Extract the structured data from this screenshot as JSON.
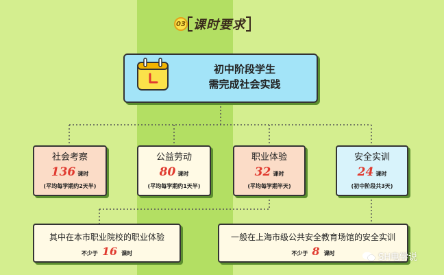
{
  "header": {
    "badge": "03",
    "title": "课时要求"
  },
  "main": {
    "line1": "初中阶段学生",
    "line2": "需完成社会实践"
  },
  "cards": [
    {
      "title": "社会考察",
      "hours": "136",
      "unit": "课时",
      "note": "(平均每学期约2天半)",
      "bg": "#fbdcc7"
    },
    {
      "title": "公益劳动",
      "hours": "80",
      "unit": "课时",
      "note": "(平均每学期约1天半)",
      "bg": "#fffae5"
    },
    {
      "title": "职业体验",
      "hours": "32",
      "unit": "课时",
      "note": "(平均每学期半天)",
      "bg": "#fbdcc7"
    },
    {
      "title": "安全实训",
      "hours": "24",
      "unit": "课时",
      "note": "(初中阶段共3天)",
      "bg": "#d8f3fb"
    }
  ],
  "bottom": [
    {
      "title": "其中在本市职业院校的职业体验",
      "label": "不少于",
      "hours": "16",
      "unit": "课时"
    },
    {
      "title": "一般在上海市级公共安全教育场馆的安全实训",
      "label": "不少于",
      "hours": "8",
      "unit": "课时"
    }
  ],
  "watermark": {
    "text": "SH电学说"
  },
  "colors": {
    "background": "#d4ee8f",
    "stripe": "#b3df63",
    "accent_red": "#e03a2f",
    "main_box": "#a3e4f8"
  }
}
